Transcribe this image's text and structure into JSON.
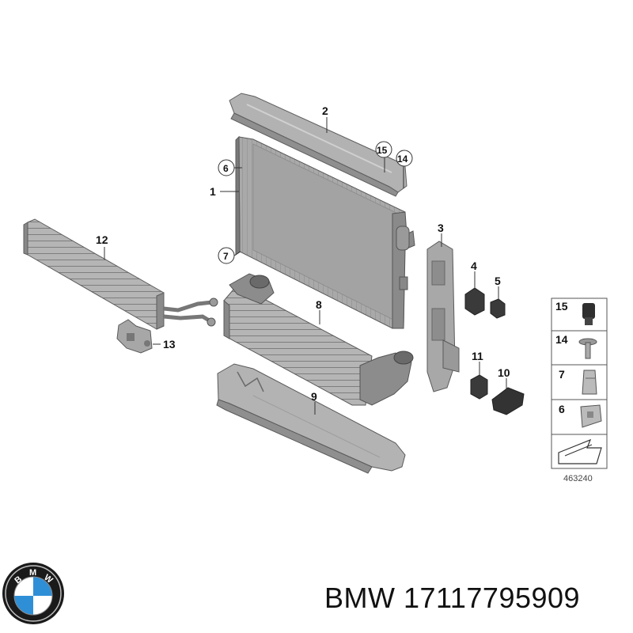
{
  "diagram": {
    "callouts": {
      "c1": "1",
      "c2": "2",
      "c3": "3",
      "c4": "4",
      "c5": "5",
      "c6": "6",
      "c7a": "7",
      "c7b": "7",
      "c8": "8",
      "c9": "9",
      "c10": "10",
      "c11": "11",
      "c12": "12",
      "c13": "13",
      "c14": "14",
      "c15": "15"
    },
    "legend": [
      "15",
      "14",
      "7",
      "6"
    ],
    "reference_code": "463240"
  },
  "footer": {
    "brand": "BMW",
    "part_number": "17117795909",
    "text": "BMW 17117795909"
  },
  "logo": {
    "letters": "BMW",
    "colors": {
      "blue": "#2f8fd6",
      "white": "#ffffff",
      "ring": "#1a1a1a"
    }
  }
}
